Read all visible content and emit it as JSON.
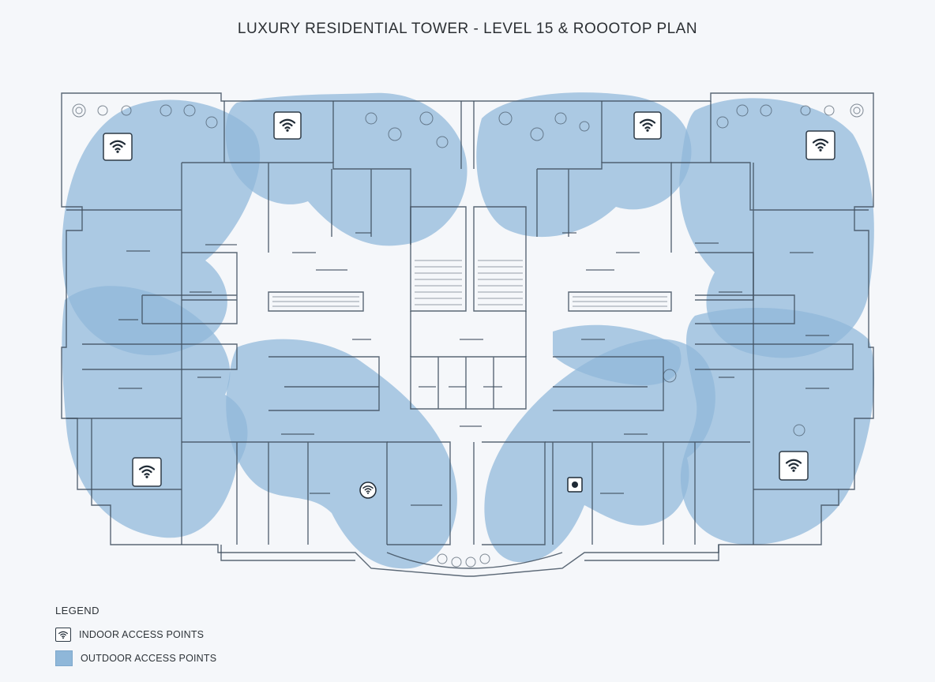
{
  "title": "LUXURY RESIDENTIAL TOWER - LEVEL 15 & ROOOTOP PLAN",
  "legend": {
    "title": "LEGEND",
    "indoor_label": "INDOOR ACCESS POINTS",
    "outdoor_label": "OUTDOOR ACCESS POINTS"
  },
  "colors": {
    "coverage": "#8fb7d9",
    "linework": "#3f4f5e",
    "background": "#f5f7fa"
  },
  "icons": {
    "indoor_ap": "wifi-icon",
    "outdoor_ap": "wifi-icon"
  }
}
